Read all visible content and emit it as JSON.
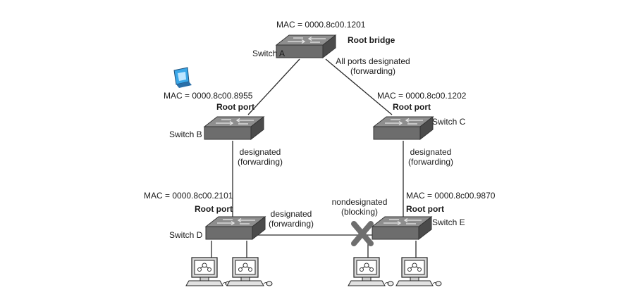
{
  "switches": {
    "a": {
      "name": "Switch A",
      "mac": "MAC = 0000.8c00.1201",
      "role": "Root bridge",
      "note_line1": "All ports designated",
      "note_line2": "(forwarding)"
    },
    "b": {
      "name": "Switch B",
      "mac": "MAC = 0000.8c00.8955",
      "role": "Root port",
      "link_line1": "designated",
      "link_line2": "(forwarding)"
    },
    "c": {
      "name": "Switch C",
      "mac": "MAC = 0000.8c00.1202",
      "role": "Root port",
      "link_line1": "designated",
      "link_line2": "(forwarding)"
    },
    "d": {
      "name": "Switch D",
      "mac": "MAC = 0000.8c00.2101",
      "role": "Root port",
      "link_line1": "designated",
      "link_line2": "(forwarding)"
    },
    "e": {
      "name": "Switch E",
      "mac": "MAC = 0000.8c00.9870",
      "role": "Root port",
      "link_line1": "nondesignated",
      "link_line2": "(blocking)"
    }
  },
  "colors": {
    "line": "#2b2b2b",
    "switch_top": "#8a8a8a",
    "switch_front": "#6a6a6a",
    "switch_side": "#4a4a4a",
    "blocked_x": "#6e6e6e",
    "monitor_screen": "#3aa7e8"
  },
  "icons": [
    "switch-icon",
    "workstation-icon",
    "blocked-port-icon",
    "monitor-icon"
  ]
}
